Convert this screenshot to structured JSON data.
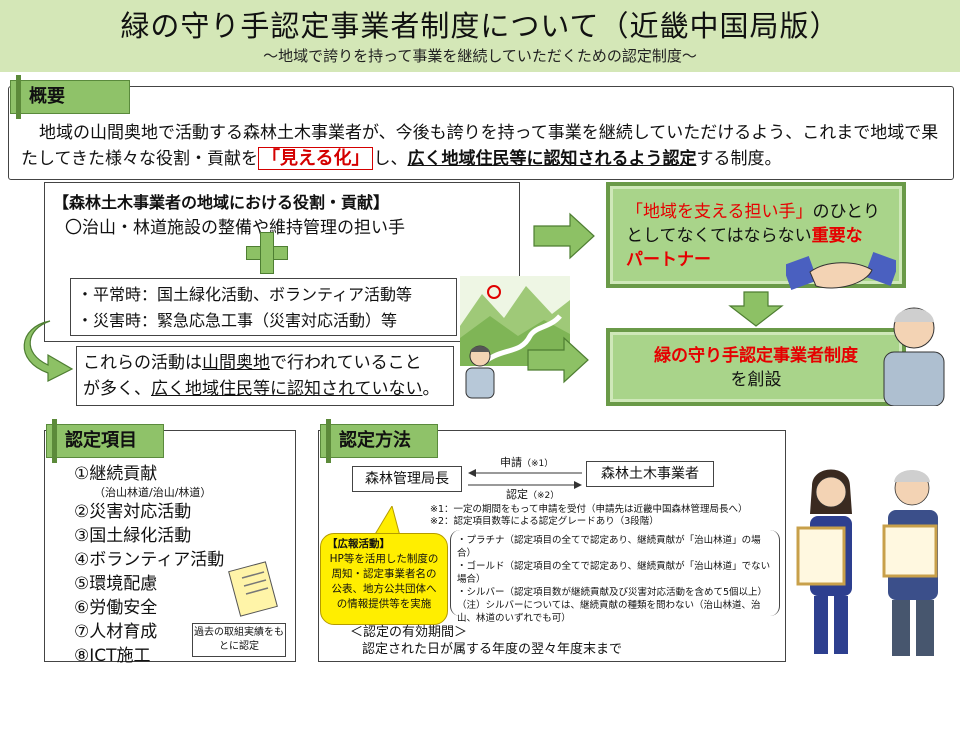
{
  "header": {
    "title": "緑の守り手認定事業者制度について（近畿中国局版）",
    "subtitle": "～地域で誇りを持って事業を継続していただくための認定制度～"
  },
  "overview": {
    "tag": "概要",
    "text_a": "地域の山間奥地で活動する森林土木事業者が、今後も誇りを持って事業を継続していただけるよう、これまで地域で果たしてきた様々な役割・貢献を",
    "highlight": "「見える化」",
    "text_b": "し、",
    "underline": "広く地域住民等に認知されるよう認定",
    "text_c": "する制度。"
  },
  "roles": {
    "heading": "【森林土木事業者の地域における役割・貢献】",
    "item": "〇治山・林道施設の整備や維持管理の担い手",
    "normal": "・平常時：国土緑化活動、ボランティア活動等",
    "disaster": "・災害時：緊急応急工事（災害対応活動）等"
  },
  "note": {
    "a": "これらの活動は",
    "u1": "山間奥地",
    "b": "で行われていること",
    "c": "が多く、",
    "u2": "広く地域住民等に認知されていない",
    "d": "。"
  },
  "partner": {
    "red1": "「地域を支える担い手」",
    "t1": "のひとり",
    "t2": "としてなくてはならない",
    "red2": "重要な",
    "red3": "パートナー"
  },
  "system": {
    "red": "緑の守り手認定事業者制度",
    "t": "を創設"
  },
  "cert_items": {
    "tag": "認定項目",
    "list": [
      "①継続貢献",
      "②災害対応活動",
      "③国土緑化活動",
      "④ボランティア活動",
      "⑤環境配慮",
      "⑥労働安全",
      "⑦人材育成",
      "⑧ICT施工"
    ],
    "sub": "（治山林道/治山/林道）",
    "memo": "過去の取組実績をもとに認定"
  },
  "cert_method": {
    "tag": "認定方法",
    "bureau": "森林管理局長",
    "company": "森林土木事業者",
    "apply": "申請",
    "apply_mark": "（※1）",
    "approve": "認定",
    "approve_mark": "（※2）",
    "note1": "※1：一定の期間をもって申請を受付（申請先は近畿中国森林管理局長へ）",
    "note2": "※2：認定項目数等による認定グレードあり（3段階）",
    "pr_title": "【広報活動】",
    "pr_text": "HP等を活用した制度の周知・認定事業者名の公表、地方公共団体への情報提供等を実施",
    "grades": [
      "・プラチナ（認定項目の全てで認定あり、継続貢献が「治山林道」の場合）",
      "・ゴールド（認定項目の全てで認定あり、継続貢献が「治山林道」でない場合）",
      "・シルバー（認定項目数が継続貢献及び災害対応活動を含めて5個以上）",
      "（注）シルバーについては、継続貢献の種類を問わない（治山林道、治山、林道のいずれでも可）"
    ],
    "validity_title": "＜認定の有効期間＞",
    "validity_text": "認定された日が属する年度の翌々年度末まで"
  },
  "colors": {
    "header_bg": "#d4e7b7",
    "tag_green": "#8fc269",
    "panel_green": "#a9d48a",
    "highlight_red": "#e60000",
    "pr_yellow": "#ffee00"
  }
}
